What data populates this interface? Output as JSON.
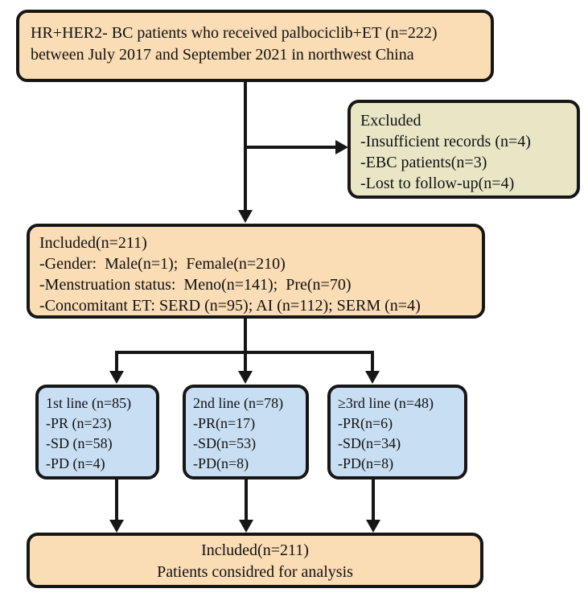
{
  "diagram": {
    "type": "flowchart",
    "description": "Patient selection flow diagram for HR+HER2- BC palbociclib+ET study",
    "colors": {
      "peach": "#fadcb5",
      "khaki": "#e9e6c6",
      "blue": "#c8def3",
      "line": "#161616",
      "page": "#ffffff"
    },
    "boxes": {
      "source": {
        "lines": [
          "HR+HER2- BC patients who received palbociclib+ET (n=222)",
          "between July 2017 and September 2021 in northwest China"
        ]
      },
      "excluded": {
        "lines": [
          "Excluded",
          "-Insufficient records (n=4)",
          "-EBC patients(n=3)",
          "-Lost to follow-up(n=4)"
        ]
      },
      "included": {
        "lines": [
          "Included(n=211)",
          "-Gender:  Male(n=1);  Female(n=210)",
          "-Menstruation status:  Meno(n=141);  Pre(n=70)",
          "-Concomitant ET: SERD (n=95); AI (n=112); SERM (n=4)"
        ]
      },
      "first_line": {
        "lines": [
          "1st line (n=85)",
          "-PR (n=23)",
          "-SD (n=58)",
          "-PD (n=4)"
        ]
      },
      "second_line": {
        "lines": [
          "2nd line (n=78)",
          "-PR(n=17)",
          "-SD(n=53)",
          "-PD(n=8)"
        ]
      },
      "third_line": {
        "lines": [
          "≥3rd line (n=48)",
          "-PR(n=6)",
          "-SD(n=34)",
          "-PD(n=8)"
        ]
      },
      "final": {
        "lines": [
          "Included(n=211)",
          "Patients considred for analysis"
        ]
      }
    }
  }
}
